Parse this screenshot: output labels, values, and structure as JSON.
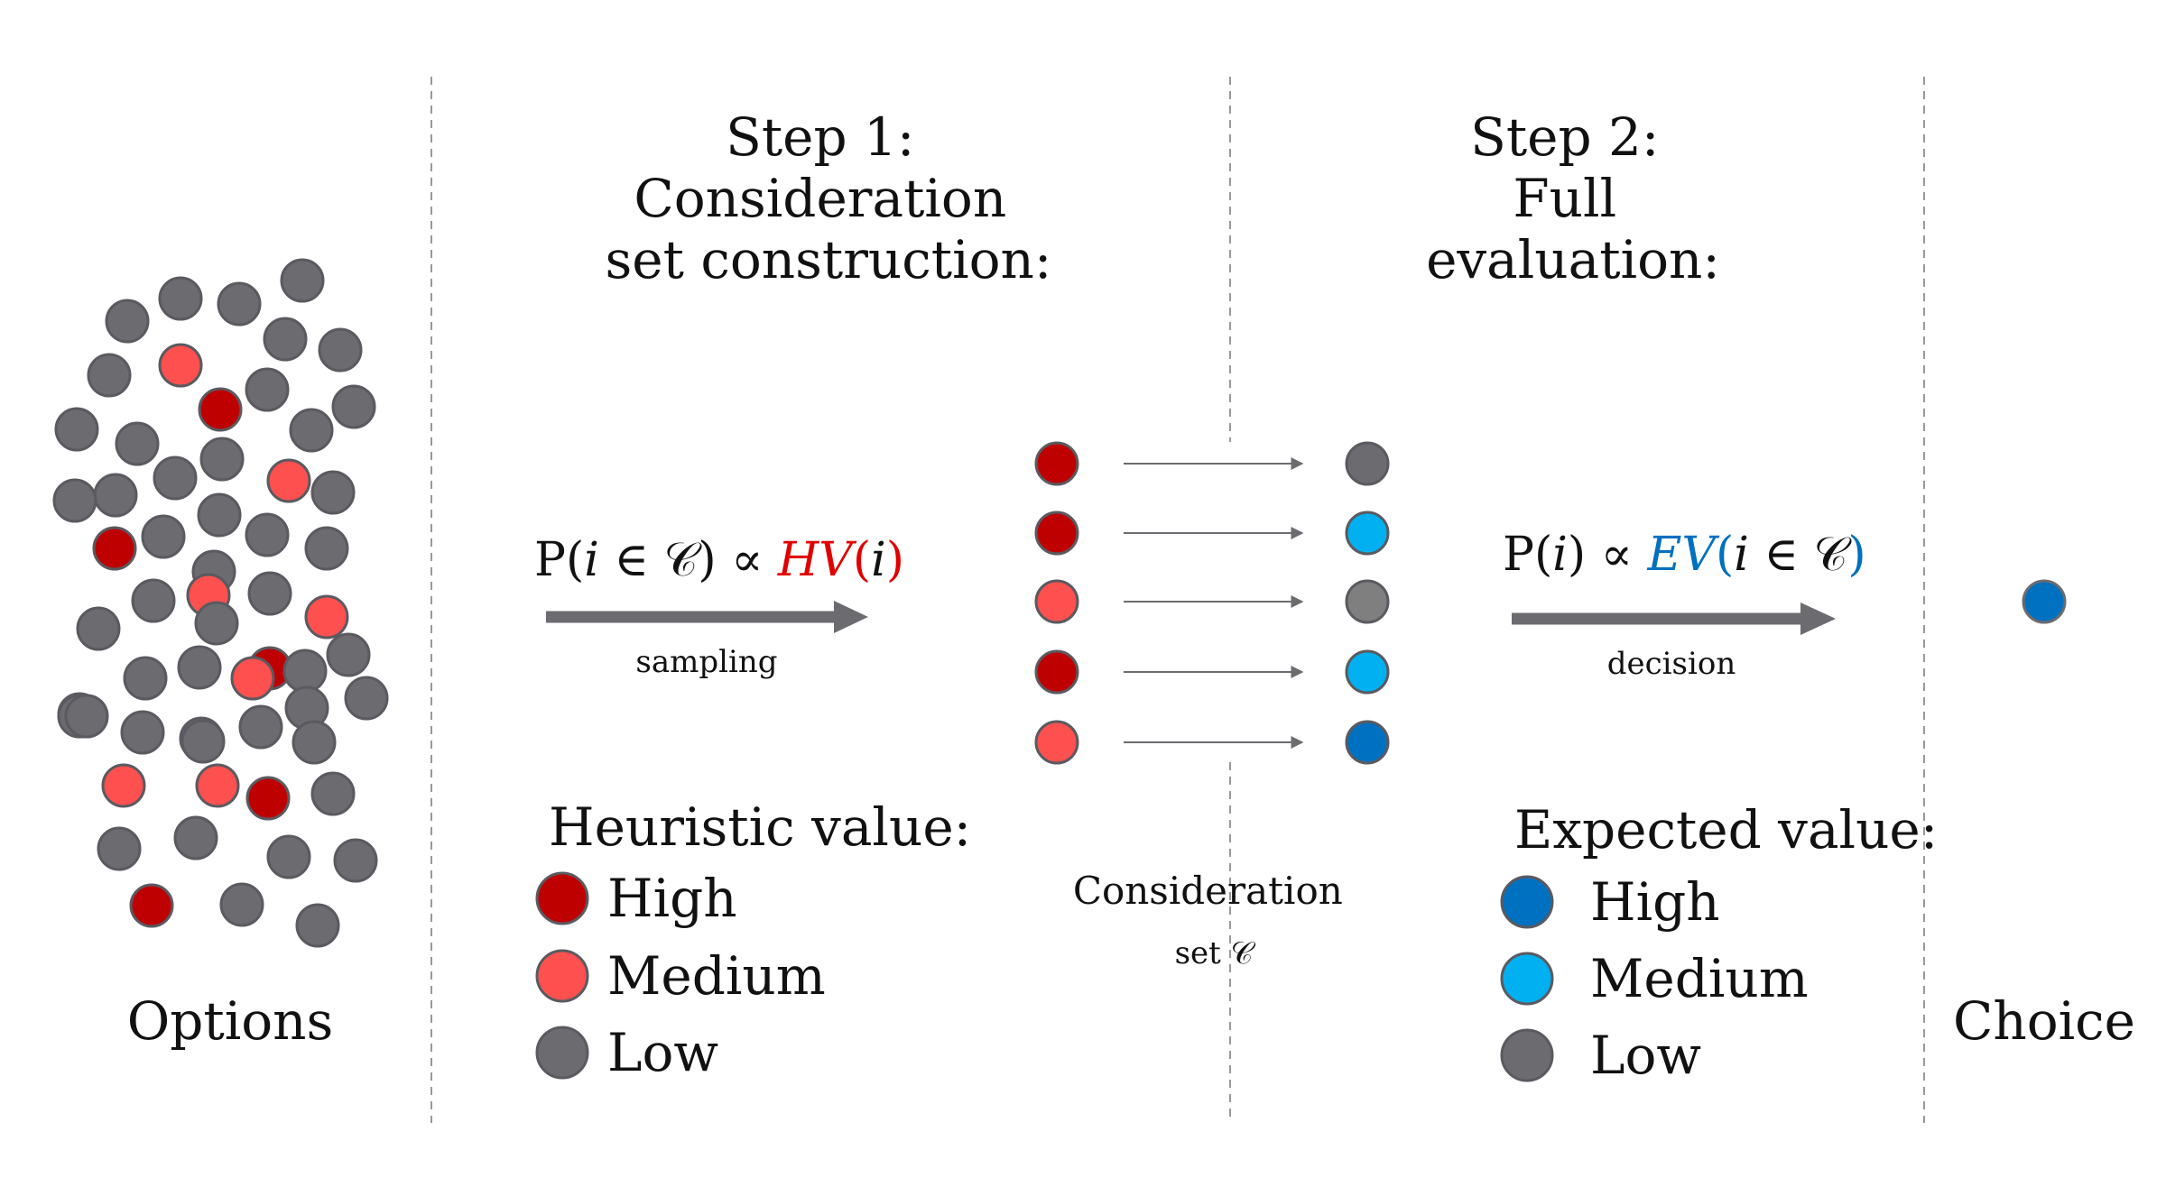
{
  "colors": {
    "heuristic_high": "#BF0000",
    "heuristic_medium": "#FF5050",
    "low": "#6B6B70",
    "expected_high": "#0070C0",
    "expected_medium": "#00B0F0",
    "evaluated_low_light": "#7F7F7F",
    "formula_hv": "#E00000",
    "formula_ev": "#0070C0",
    "divider": "#999999",
    "arrow": "#6B6B70"
  },
  "options_label": "Options",
  "step1": {
    "title_lines": [
      "Step 1:",
      "Consideration",
      "set construction:"
    ],
    "formula": {
      "prefix": "P(",
      "var": "i",
      "member": " ∈ 𝒞) ∝ ",
      "func": "HV",
      "open": "(",
      "arg": "i",
      "close": ")"
    },
    "arrow_label": "sampling"
  },
  "consideration_set": {
    "label_lines": [
      "Consideration",
      "set 𝒞"
    ],
    "left_levels": [
      "high",
      "high",
      "medium",
      "high",
      "medium"
    ],
    "right_levels": [
      "low",
      "medium",
      "low_light",
      "medium",
      "high"
    ]
  },
  "step2": {
    "title_lines": [
      "Step 2:",
      "Full",
      "evaluation:"
    ],
    "formula": {
      "prefix": "P(",
      "var": "i",
      "mid": ") ∝ ",
      "func": "EV",
      "open": "(",
      "arg": "i",
      "member": " ∈ 𝒞",
      "close": ")"
    },
    "arrow_label": "decision"
  },
  "legend_heuristic": {
    "title": "Heuristic value:",
    "items": [
      {
        "level": "high",
        "label": "High"
      },
      {
        "level": "medium",
        "label": "Medium"
      },
      {
        "level": "low",
        "label": "Low"
      }
    ]
  },
  "legend_expected": {
    "title": "Expected value:",
    "items": [
      {
        "level": "high",
        "label": "High"
      },
      {
        "level": "medium",
        "label": "Medium"
      },
      {
        "level": "low",
        "label": "Low"
      }
    ]
  },
  "choice_label": "Choice",
  "options_cloud": [
    "low",
    "low",
    "low",
    "low",
    "low",
    "medium",
    "low",
    "low",
    "low",
    "high",
    "low",
    "low",
    "low",
    "low",
    "low",
    "low",
    "low",
    "medium",
    "low",
    "low",
    "low",
    "low",
    "low",
    "high",
    "low",
    "low",
    "medium",
    "low",
    "low",
    "medium",
    "low",
    "high",
    "low",
    "low",
    "low",
    "low",
    "low",
    "medium",
    "low",
    "low",
    "low",
    "low",
    "low",
    "low",
    "low",
    "medium",
    "medium",
    "high",
    "low",
    "low",
    "low",
    "low",
    "low",
    "high",
    "low",
    "low",
    "low",
    "low",
    "low"
  ],
  "choice_level": "high"
}
